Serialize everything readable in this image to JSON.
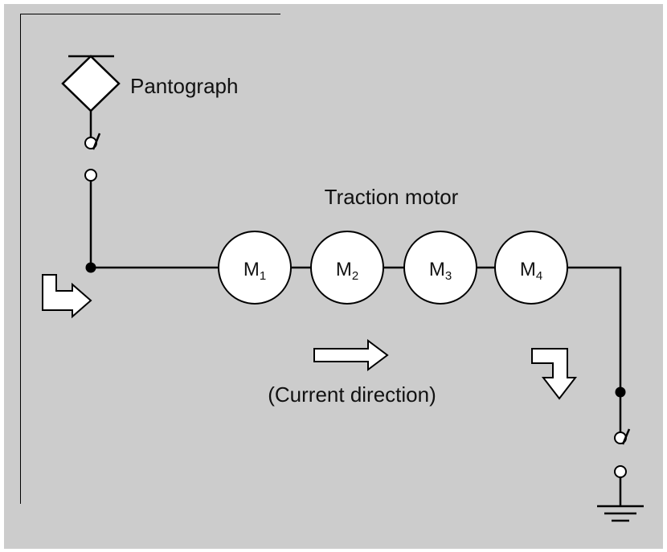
{
  "labels": {
    "pantograph": "Pantograph",
    "traction_motor": "Traction motor",
    "current_direction": "(Current direction)"
  },
  "motors": [
    {
      "letter": "M",
      "sub": "1"
    },
    {
      "letter": "M",
      "sub": "2"
    },
    {
      "letter": "M",
      "sub": "3"
    },
    {
      "letter": "M",
      "sub": "4"
    }
  ],
  "colors": {
    "background": "#cccccc",
    "line": "#000000",
    "fill": "#ffffff"
  }
}
